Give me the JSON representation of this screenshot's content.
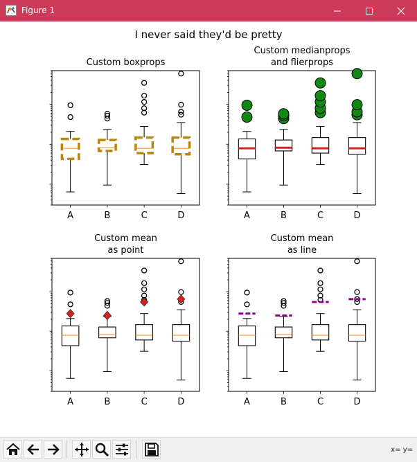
{
  "window": {
    "title": "Figure 1",
    "titlebar_color": "#cc3c5a"
  },
  "figure": {
    "suptitle": "I never said they'd be pretty"
  },
  "chart_data": [
    {
      "type": "box",
      "title": "Custom boxprops",
      "title_lines": [
        "Custom boxprops"
      ],
      "categories": [
        "A",
        "B",
        "C",
        "D"
      ],
      "yscale": "log",
      "ylim": [
        0.3,
        700
      ],
      "box_style": "dashed-goldenrod",
      "median_style": "thin-orange",
      "mean_style": "none",
      "series": [
        {
          "label": "A",
          "whisker_low": 0.64,
          "q1": 4.3,
          "median": 7.9,
          "q3": 13.6,
          "whisker_high": 21.0,
          "fliers": [
            48,
            95
          ]
        },
        {
          "label": "B",
          "whisker_low": 0.95,
          "q1": 6.8,
          "median": 8.2,
          "q3": 12.8,
          "whisker_high": 23.6,
          "fliers": [
            44,
            52,
            58
          ]
        },
        {
          "label": "C",
          "whisker_low": 3.1,
          "q1": 6.0,
          "median": 7.9,
          "q3": 14.7,
          "whisker_high": 28.0,
          "fliers": [
            62,
            80,
            115,
            165,
            345
          ]
        },
        {
          "label": "D",
          "whisker_low": 0.58,
          "q1": 5.6,
          "median": 7.9,
          "q3": 14.7,
          "whisker_high": 35.0,
          "fliers": [
            55,
            65,
            98,
            590
          ]
        }
      ]
    },
    {
      "type": "box",
      "title": "Custom medianprops\nand flierprops",
      "title_lines": [
        "Custom medianprops",
        "and flierprops"
      ],
      "categories": [
        "A",
        "B",
        "C",
        "D"
      ],
      "yscale": "log",
      "ylim": [
        0.3,
        700
      ],
      "box_style": "solid-black",
      "median_style": "thick-red",
      "flier_style": "green-circle",
      "mean_style": "none",
      "series": [
        {
          "label": "A",
          "whisker_low": 0.64,
          "q1": 4.3,
          "median": 7.9,
          "q3": 13.6,
          "whisker_high": 21.0,
          "fliers": [
            48,
            95
          ]
        },
        {
          "label": "B",
          "whisker_low": 0.95,
          "q1": 6.8,
          "median": 8.2,
          "q3": 12.8,
          "whisker_high": 23.6,
          "fliers": [
            44,
            52,
            58
          ]
        },
        {
          "label": "C",
          "whisker_low": 3.1,
          "q1": 6.0,
          "median": 7.9,
          "q3": 14.7,
          "whisker_high": 28.0,
          "fliers": [
            62,
            80,
            115,
            165,
            345
          ]
        },
        {
          "label": "D",
          "whisker_low": 0.58,
          "q1": 5.6,
          "median": 7.9,
          "q3": 14.7,
          "whisker_high": 35.0,
          "fliers": [
            55,
            65,
            98,
            590
          ]
        }
      ]
    },
    {
      "type": "box",
      "title": "Custom mean\nas point",
      "title_lines": [
        "Custom mean",
        "as point"
      ],
      "categories": [
        "A",
        "B",
        "C",
        "D"
      ],
      "yscale": "log",
      "ylim": [
        0.3,
        700
      ],
      "box_style": "solid-black",
      "median_style": "thin-orange",
      "mean_style": "red-diamond",
      "series": [
        {
          "label": "A",
          "whisker_low": 0.64,
          "q1": 4.3,
          "median": 7.9,
          "q3": 13.6,
          "whisker_high": 21.0,
          "fliers": [
            48,
            95
          ],
          "mean": 28
        },
        {
          "label": "B",
          "whisker_low": 0.95,
          "q1": 6.8,
          "median": 8.2,
          "q3": 12.8,
          "whisker_high": 23.6,
          "fliers": [
            44,
            52,
            58
          ],
          "mean": 25
        },
        {
          "label": "C",
          "whisker_low": 3.1,
          "q1": 6.0,
          "median": 7.9,
          "q3": 14.7,
          "whisker_high": 28.0,
          "fliers": [
            62,
            80,
            115,
            165,
            345
          ],
          "mean": 55
        },
        {
          "label": "D",
          "whisker_low": 0.58,
          "q1": 5.6,
          "median": 7.9,
          "q3": 14.7,
          "whisker_high": 35.0,
          "fliers": [
            55,
            65,
            98,
            590
          ],
          "mean": 65
        }
      ]
    },
    {
      "type": "box",
      "title": "Custom mean\nas line",
      "title_lines": [
        "Custom mean",
        "as line"
      ],
      "categories": [
        "A",
        "B",
        "C",
        "D"
      ],
      "yscale": "log",
      "ylim": [
        0.3,
        700
      ],
      "box_style": "solid-black",
      "median_style": "thin-orange",
      "mean_style": "purple-dashed-line",
      "series": [
        {
          "label": "A",
          "whisker_low": 0.64,
          "q1": 4.3,
          "median": 7.9,
          "q3": 13.6,
          "whisker_high": 21.0,
          "fliers": [
            48,
            95
          ],
          "mean": 28
        },
        {
          "label": "B",
          "whisker_low": 0.95,
          "q1": 6.8,
          "median": 8.2,
          "q3": 12.8,
          "whisker_high": 23.6,
          "fliers": [
            44,
            52,
            58
          ],
          "mean": 25
        },
        {
          "label": "C",
          "whisker_low": 3.1,
          "q1": 6.0,
          "median": 7.9,
          "q3": 14.7,
          "whisker_high": 28.0,
          "fliers": [
            62,
            80,
            115,
            165,
            345
          ],
          "mean": 55
        },
        {
          "label": "D",
          "whisker_low": 0.58,
          "q1": 5.6,
          "median": 7.9,
          "q3": 14.7,
          "whisker_high": 35.0,
          "fliers": [
            55,
            65,
            98,
            590
          ],
          "mean": 65
        }
      ]
    }
  ],
  "colors": {
    "box_gold": "#b8860b",
    "median_orange": "#ff7f0e",
    "median_red": "#cc2222",
    "flier_green": "#118811",
    "mean_red": "#c62828",
    "mean_purple": "#8b008b"
  },
  "toolbar": {
    "buttons": [
      "home-icon",
      "back-icon",
      "forward-icon",
      "pan-icon",
      "zoom-icon",
      "configure-subplots-icon",
      "save-icon"
    ],
    "coords": "x= y="
  }
}
